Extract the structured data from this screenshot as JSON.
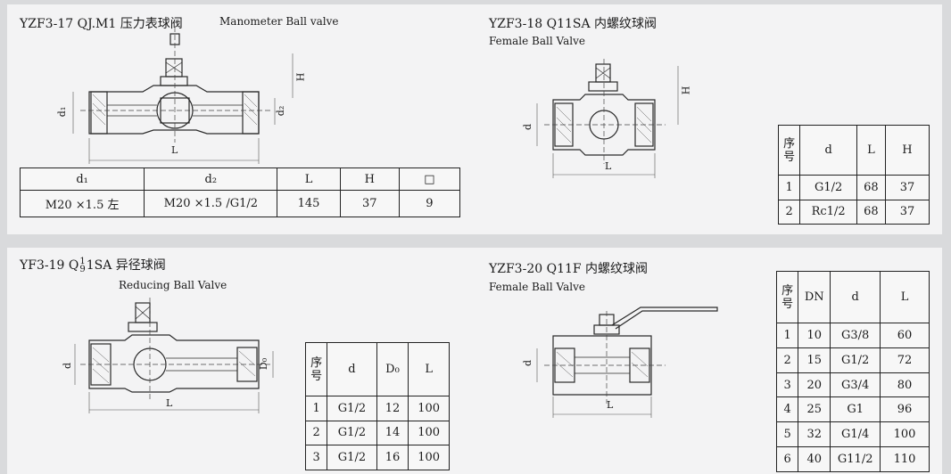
{
  "sections": [
    {
      "title": "YZF3-17 QJ.M1 压力表球阀",
      "subtitle": "Manometer Ball valve",
      "labels": {
        "d1": "d₁",
        "d2": "d₂",
        "L": "L",
        "H": "H"
      },
      "table": {
        "headers": [
          "d₁",
          "d₂",
          "L",
          "H",
          "□"
        ],
        "row": [
          "M20 ×1.5 左",
          "M20 ×1.5 /G1/2",
          "145",
          "37",
          "9"
        ]
      }
    },
    {
      "title": "YZF3-18 Q11SA 内螺纹球阀",
      "subtitle": "Female Ball Valve",
      "labels": {
        "d": "d",
        "L": "L",
        "H": "H"
      },
      "table": {
        "headers": [
          "序号",
          "d",
          "L",
          "H"
        ],
        "rows": [
          [
            "1",
            "G1/2",
            "68",
            "37"
          ],
          [
            "2",
            "Rc1/2",
            "68",
            "37"
          ]
        ]
      }
    },
    {
      "title_prefix": "YF3-19 Q",
      "title_frac_num": "1",
      "title_frac_den": "9",
      "title_suffix": "1SA 异径球阀",
      "subtitle": "Reducing Ball Valve",
      "labels": {
        "d": "d",
        "D0": "D₀",
        "L": "L"
      },
      "table": {
        "headers": [
          "序号",
          "d",
          "D₀",
          "L"
        ],
        "rows": [
          [
            "1",
            "G1/2",
            "12",
            "100"
          ],
          [
            "2",
            "G1/2",
            "14",
            "100"
          ],
          [
            "3",
            "G1/2",
            "16",
            "100"
          ]
        ]
      }
    },
    {
      "title": "YZF3-20 Q11F 内螺纹球阀",
      "subtitle": "Female Ball Valve",
      "labels": {
        "d": "d",
        "L": "L"
      },
      "table": {
        "headers": [
          "序号",
          "DN",
          "d",
          "L"
        ],
        "rows": [
          [
            "1",
            "10",
            "G3/8",
            "60"
          ],
          [
            "2",
            "15",
            "G1/2",
            "72"
          ],
          [
            "3",
            "20",
            "G3/4",
            "80"
          ],
          [
            "4",
            "25",
            "G1",
            "96"
          ],
          [
            "5",
            "32",
            "G1/4",
            "100"
          ],
          [
            "6",
            "40",
            "G11/2",
            "110"
          ]
        ]
      }
    }
  ]
}
